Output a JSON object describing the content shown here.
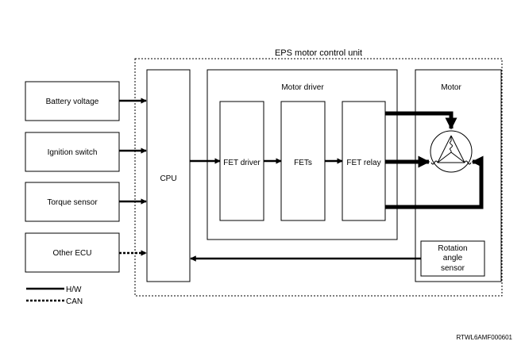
{
  "title": "EPS motor control unit",
  "inputs": [
    {
      "label": "Battery voltage"
    },
    {
      "label": "Ignition switch"
    },
    {
      "label": "Torque sensor"
    },
    {
      "label": "Other ECU"
    }
  ],
  "cpu_label": "CPU",
  "motor_driver": {
    "label": "Motor driver",
    "blocks": [
      "FET driver",
      "FETs",
      "FET relay"
    ]
  },
  "motor": {
    "label": "Motor",
    "sensor_lines": [
      "Rotation",
      "angle",
      "sensor"
    ]
  },
  "legend": {
    "hw": "H/W",
    "can": "CAN"
  },
  "footer_code": "RTWL6AMF000601"
}
